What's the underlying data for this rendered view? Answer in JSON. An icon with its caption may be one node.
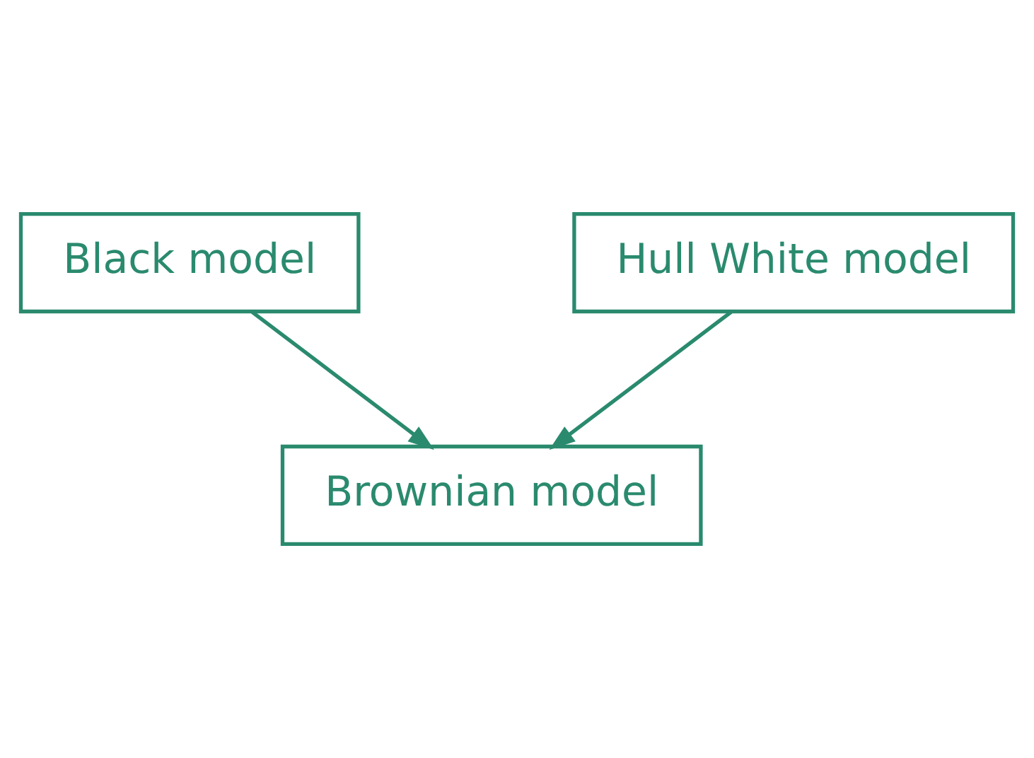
{
  "diagram": {
    "nodes": [
      {
        "text": [
          "Black model"
        ]
      },
      {
        "text": [
          "Hull White model"
        ]
      },
      {
        "text": [
          "Brownian model"
        ]
      }
    ],
    "edges": [
      {
        "from": 0,
        "to": 2,
        "arrow": "to"
      },
      {
        "from": 1,
        "to": 2,
        "arrow": "to"
      }
    ]
  }
}
